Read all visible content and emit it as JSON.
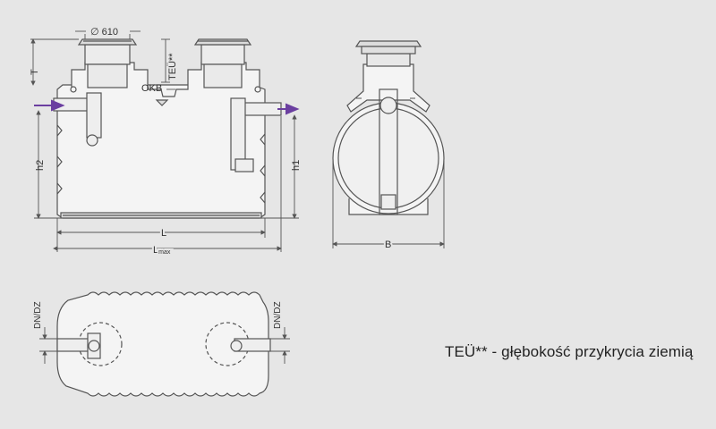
{
  "labels": {
    "dia": "∅ 610",
    "T": "T",
    "teu": "TEÜ**",
    "okb": "OKB",
    "h2": "h2",
    "h1": "h1",
    "L": "L",
    "Lmax_main": "L",
    "Lmax_sub": "max",
    "B": "B",
    "dn_left": "DN/DZ",
    "dn_right": "DN/DZ"
  },
  "note": "TEÜ** - głębokość przykrycia ziemią",
  "colors": {
    "background": "#e6e6e6",
    "line": "#555555",
    "flow_arrow": "#6b3fa0",
    "fill": "#f4f4f4"
  }
}
